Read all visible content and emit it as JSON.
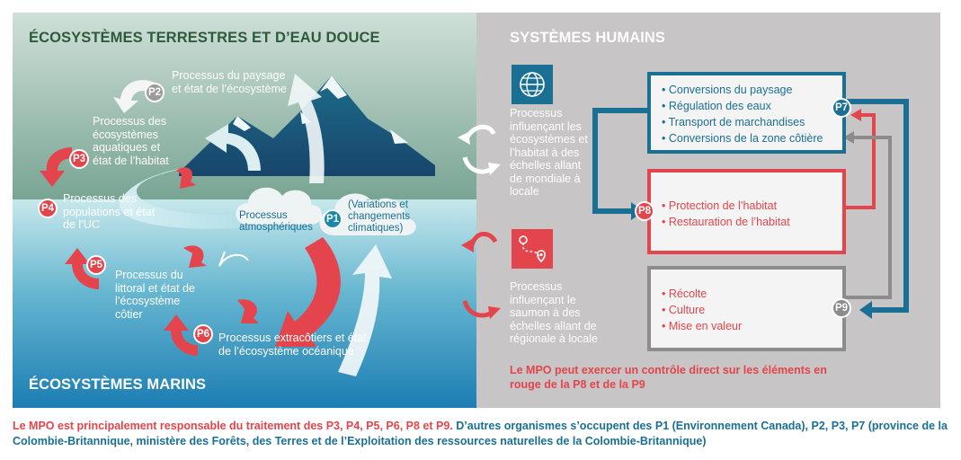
{
  "left_panel": {
    "title_top": "ÉCOSYSTÈMES TERRESTRES ET D’EAU DOUCE",
    "title_bottom": "ÉCOSYSTÈMES MARINS",
    "processes": [
      {
        "id": "P2",
        "text": "Processus du paysage et état de l’écosystème",
        "color": "#9b9b9b"
      },
      {
        "id": "P3",
        "text": "Processus des écosystèmes aquatiques et état de l’habitat",
        "color": "#e4454c"
      },
      {
        "id": "P4",
        "text": "Processus des populations et état de l’UC",
        "color": "#e4454c"
      },
      {
        "id": "P5",
        "text": "Processus du littoral et état de l’écosystème côtier",
        "color": "#e4454c"
      },
      {
        "id": "P6",
        "text": "Processus extracôtiers et état de l’écosystème océanique",
        "color": "#e4454c"
      }
    ],
    "p1": {
      "id": "P1",
      "left": "Processus atmosphériques",
      "right": "(Variations et changements climatiques)",
      "color": "#1a88a8"
    }
  },
  "right_panel": {
    "title": "SYSTÈMES HUMAINS",
    "influence_1": {
      "text": "Processus influençant les écosystèmes et l’habitat à des échelles allant de mondiale à locale",
      "icon": "globe-icon"
    },
    "influence_2": {
      "text": "Processus influençant le saumon à des échelles allant de régionale à locale",
      "icon": "map-route-icon"
    },
    "box_p7": {
      "id": "P7",
      "items": [
        "Conversions du paysage",
        "Régulation des eaux",
        "Transport de marchandises",
        "Conversions de la zone côtière"
      ],
      "color": "#1a6f94"
    },
    "box_p8": {
      "id": "P8",
      "items": [
        "Protection de l’habitat",
        "Restauration de l’habitat"
      ],
      "color": "#e4454c"
    },
    "box_p9": {
      "id": "P9",
      "items": [
        "Récolte",
        "Culture",
        "Mise en valeur"
      ],
      "color": "#8c8c8c"
    },
    "note": "Le MPO peut exercer un contrôle direct sur les éléments en rouge de la P8 et de la P9"
  },
  "footer": {
    "part1": "Le MPO est principalement responsable du traitement des P3, P4, P5, P6, P8 et P9.",
    "part2": "D’autres organismes s’occupent des P1 (Environnement Canada), P2, P3, P7 (province de la Colombie-Britannique, ministère des Forêts, des Terres et de l’Exploitation des ressources naturelles de la Colombie-Britannique)"
  },
  "colors": {
    "red": "#e4454c",
    "teal": "#1a6f94",
    "grey": "#8c8c8c",
    "green_title": "#2e5a3c"
  }
}
